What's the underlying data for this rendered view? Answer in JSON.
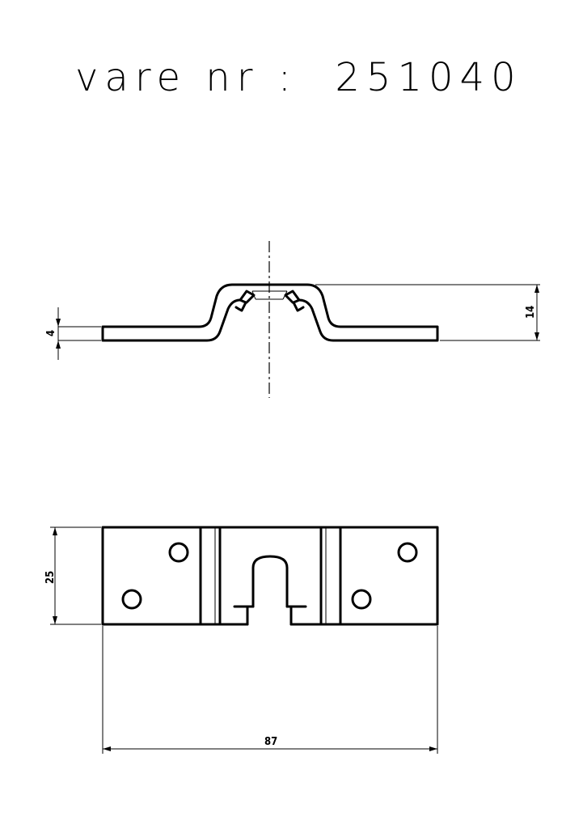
{
  "title": "vare nr :  251040",
  "dimensions": {
    "thickness": "4",
    "height": "14",
    "width": "25",
    "length": "87"
  }
}
